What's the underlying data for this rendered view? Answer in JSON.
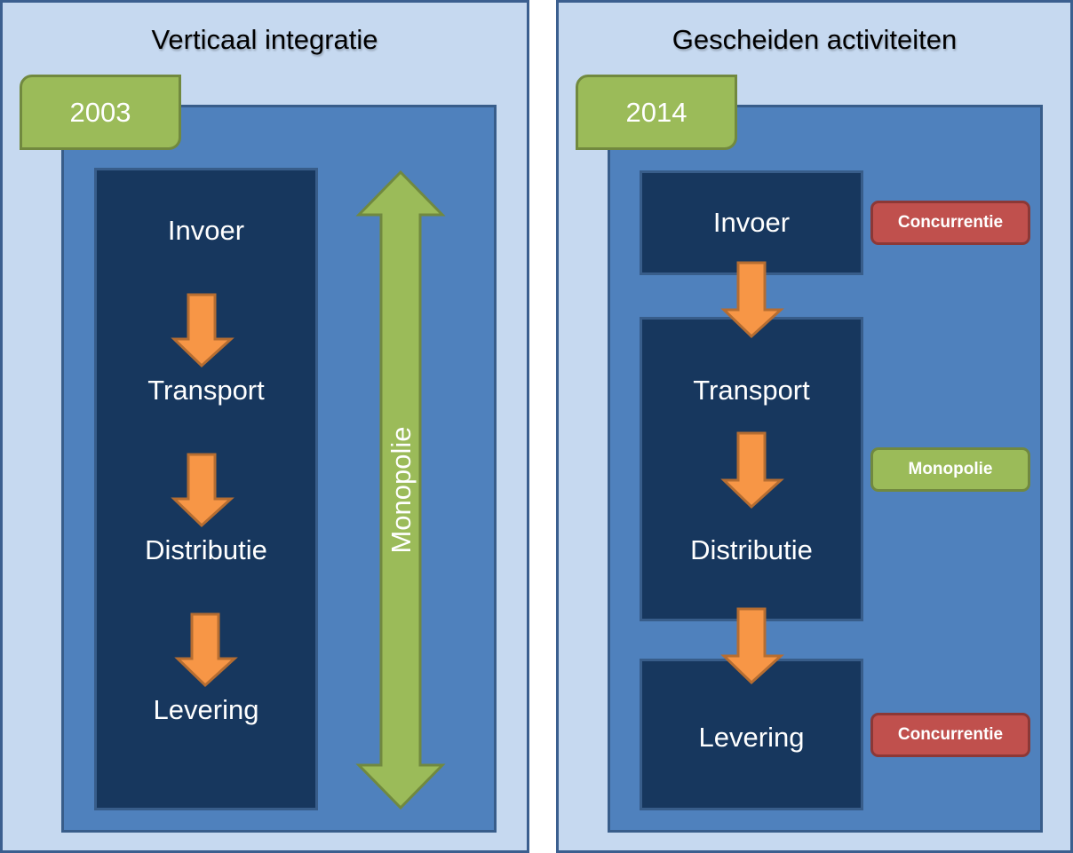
{
  "left_panel": {
    "title": "Verticaal integratie",
    "year": "2003",
    "steps": [
      "Invoer",
      "Transport",
      "Distributie",
      "Levering"
    ],
    "side_arrow_label": "Monopolie"
  },
  "right_panel": {
    "title": "Gescheiden activiteiten",
    "year": "2014",
    "groups": [
      {
        "steps": [
          "Invoer"
        ],
        "badge": "Concurrentie",
        "badge_type": "competition"
      },
      {
        "steps": [
          "Transport",
          "Distributie"
        ],
        "badge": "Monopolie",
        "badge_type": "monopoly"
      },
      {
        "steps": [
          "Levering"
        ],
        "badge": "Concurrentie",
        "badge_type": "competition"
      }
    ]
  },
  "colors": {
    "panel_bg": "#c6d9f0",
    "inner_bg": "#4f81bd",
    "step_bg": "#17375e",
    "green": "#9bbb59",
    "orange": "#f79646",
    "red": "#c0504d"
  }
}
